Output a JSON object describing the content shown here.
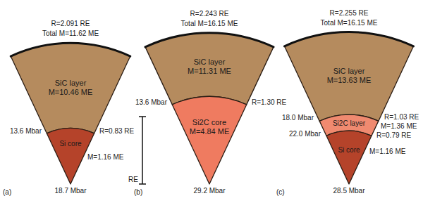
{
  "diagram": {
    "nodes": [
      {
        "text": [
          "SiC layer",
          "M=10.46 ME"
        ]
      },
      {
        "text": [
          "Si core"
        ]
      },
      {
        "text": [
          "SiC layer",
          "M=11.31 ME"
        ]
      },
      {
        "text": [
          "Si2C core",
          "M=4.84 ME"
        ]
      },
      {
        "text": [
          "SiC layer",
          "M=13.63 ME"
        ]
      },
      {
        "text": [
          "Si2C layer"
        ]
      },
      {
        "text": [
          "Si core"
        ]
      }
    ],
    "labels": [
      "R=2.091 RE",
      "Total M=11.62 ME",
      "13.6 Mbar",
      "R=0.83 RE",
      "M=1.16 ME",
      "18.7 Mbar",
      "RE",
      "(a)",
      "R=2.243 RE",
      "Total M=16.15 ME",
      "13.6 Mbar",
      "R=1.30 RE",
      "29.2 Mbar",
      "(b)",
      "R=2.255 RE",
      "Total M=16.15 ME",
      "18.0 Mbar",
      "R=1.03 RE",
      "M=1.36 ME",
      "22.0 Mbar",
      "R=0.79 RE",
      "M=1.16 ME",
      "28.5 Mbar",
      "(c)"
    ]
  }
}
